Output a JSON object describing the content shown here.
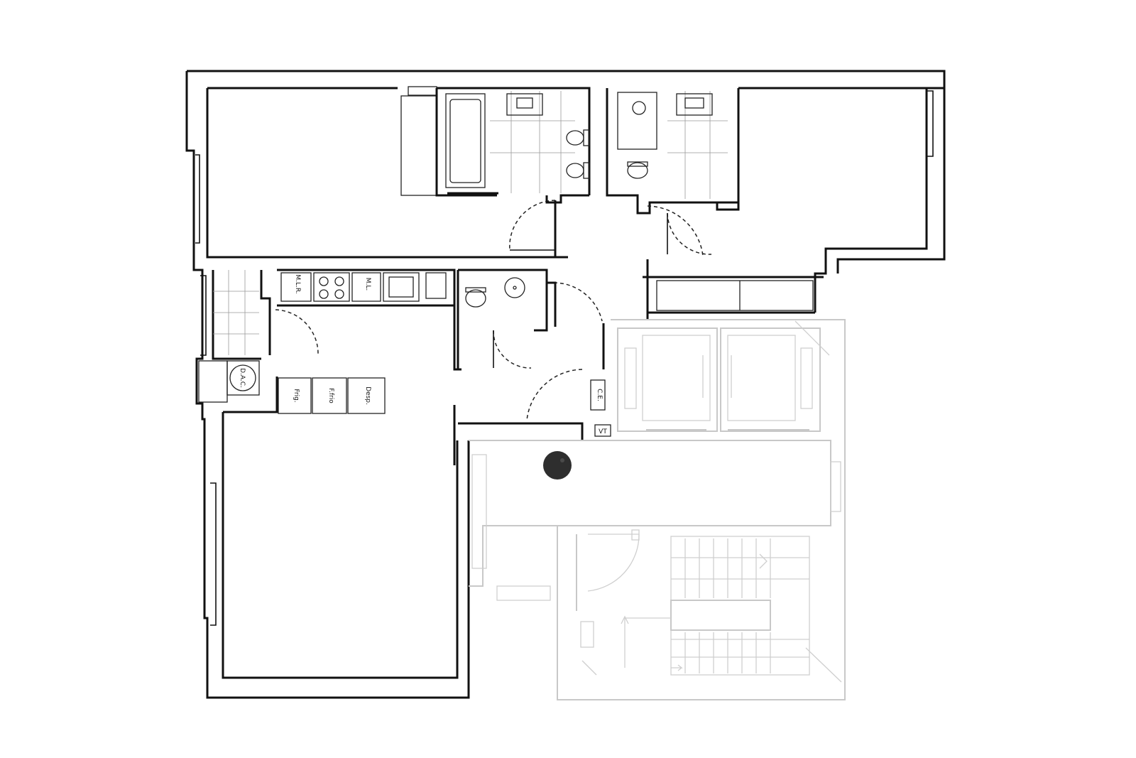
{
  "labels": {
    "dhw_boiler": "D.A.C.",
    "fridge": "Frig.",
    "freezer": "F.frio",
    "pantry": "Desp.",
    "appliance_left": "M.L.R.",
    "appliance_right": "M.L.",
    "electrical_panel": "C.E.",
    "video_intercom": "VT"
  }
}
